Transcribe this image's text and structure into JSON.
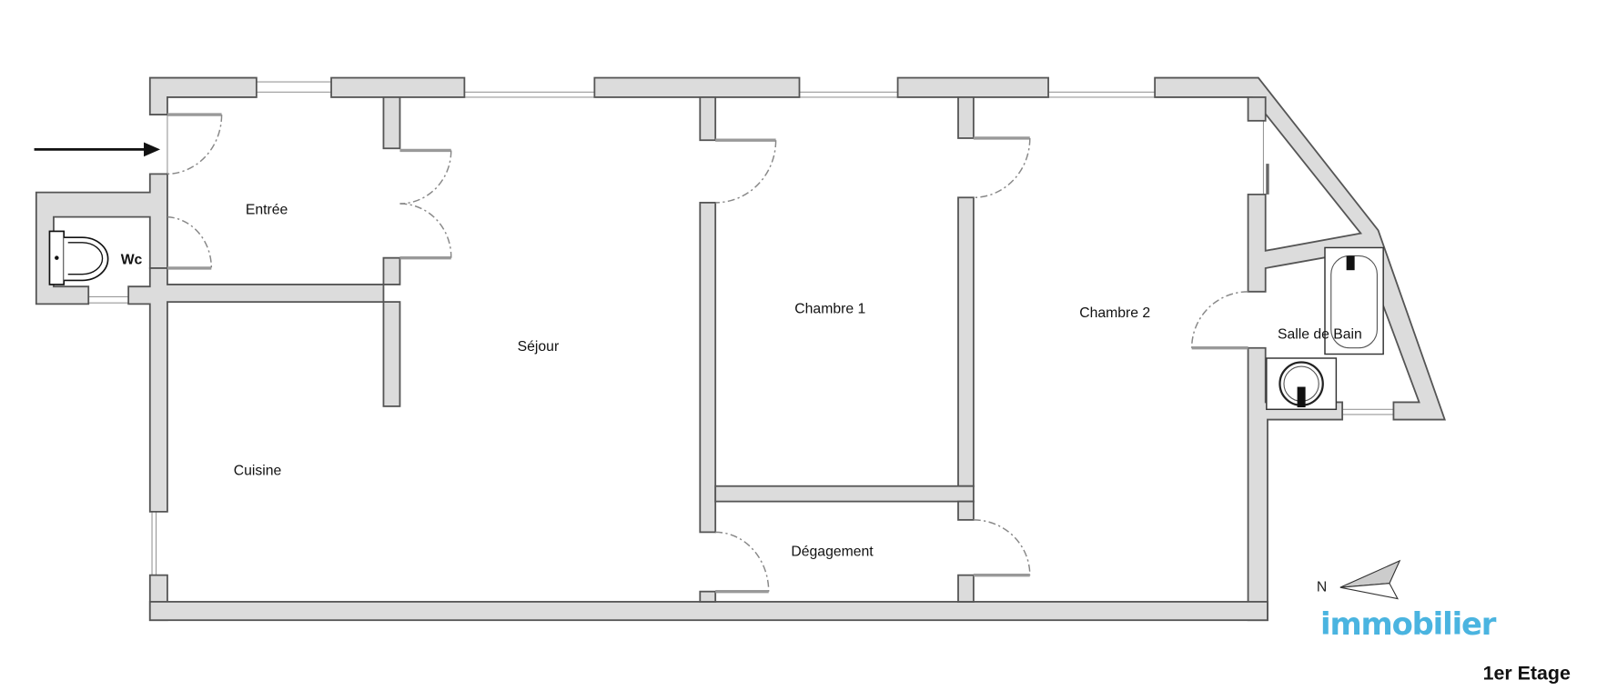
{
  "rooms": {
    "entree": "Entrée",
    "wc": "Wc",
    "sejour": "Séjour",
    "cuisine": "Cuisine",
    "chambre1": "Chambre 1",
    "chambre2": "Chambre 2",
    "salle_de_bain": "Salle de Bain",
    "degagement": "Dégagement"
  },
  "floor_label": "1er Etage",
  "logo": {
    "text": "immobilier",
    "color": "#4ab4e0"
  },
  "compass": {
    "label": "N"
  },
  "colors": {
    "wall_fill": "#dcdcdc",
    "wall_stroke": "#555555"
  }
}
